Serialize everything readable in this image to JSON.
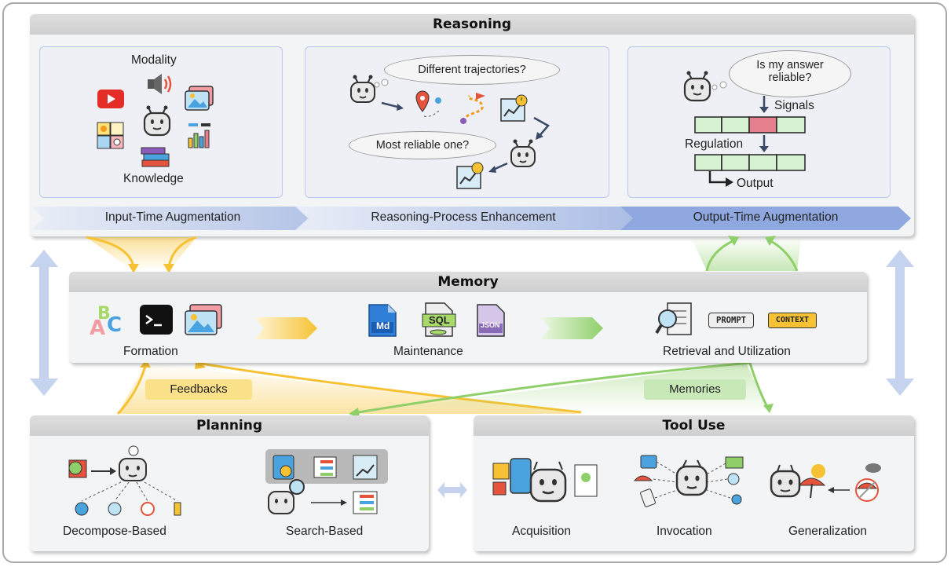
{
  "reasoning": {
    "title": "Reasoning",
    "modality": "Modality",
    "knowledge": "Knowledge",
    "q_trajectories": "Different  trajectories?",
    "q_reliable": "Most reliable one?",
    "q_answer_line1": "Is my answer",
    "q_answer_line2": "reliable?",
    "signals": "Signals",
    "regulation": "Regulation",
    "output": "Output",
    "stages": [
      "Input-Time Augmentation",
      "Reasoning-Process Enhancement",
      "Output-Time Augmentation"
    ]
  },
  "memory": {
    "title": "Memory",
    "formation": "Formation",
    "maintenance": "Maintenance",
    "retrieval": "Retrieval and Utilization",
    "md": "Md",
    "sql": "SQL",
    "json": "JSON",
    "prompt": "PROMPT",
    "context": "CONTEXT"
  },
  "flows": {
    "feedbacks": "Feedbacks",
    "memories": "Memories"
  },
  "planning": {
    "title": "Planning",
    "decompose": "Decompose-Based",
    "search": "Search-Based"
  },
  "tooluse": {
    "title": "Tool Use",
    "acquisition": "Acquisition",
    "invocation": "Invocation",
    "generalization": "Generalization"
  },
  "colors": {
    "yellow": "#f6c233",
    "green": "#8fcf6a",
    "blue_arrow": "#c5d3ee",
    "bar_fill": "#d7f2d3",
    "bar_highlight": "#e57f8d"
  }
}
